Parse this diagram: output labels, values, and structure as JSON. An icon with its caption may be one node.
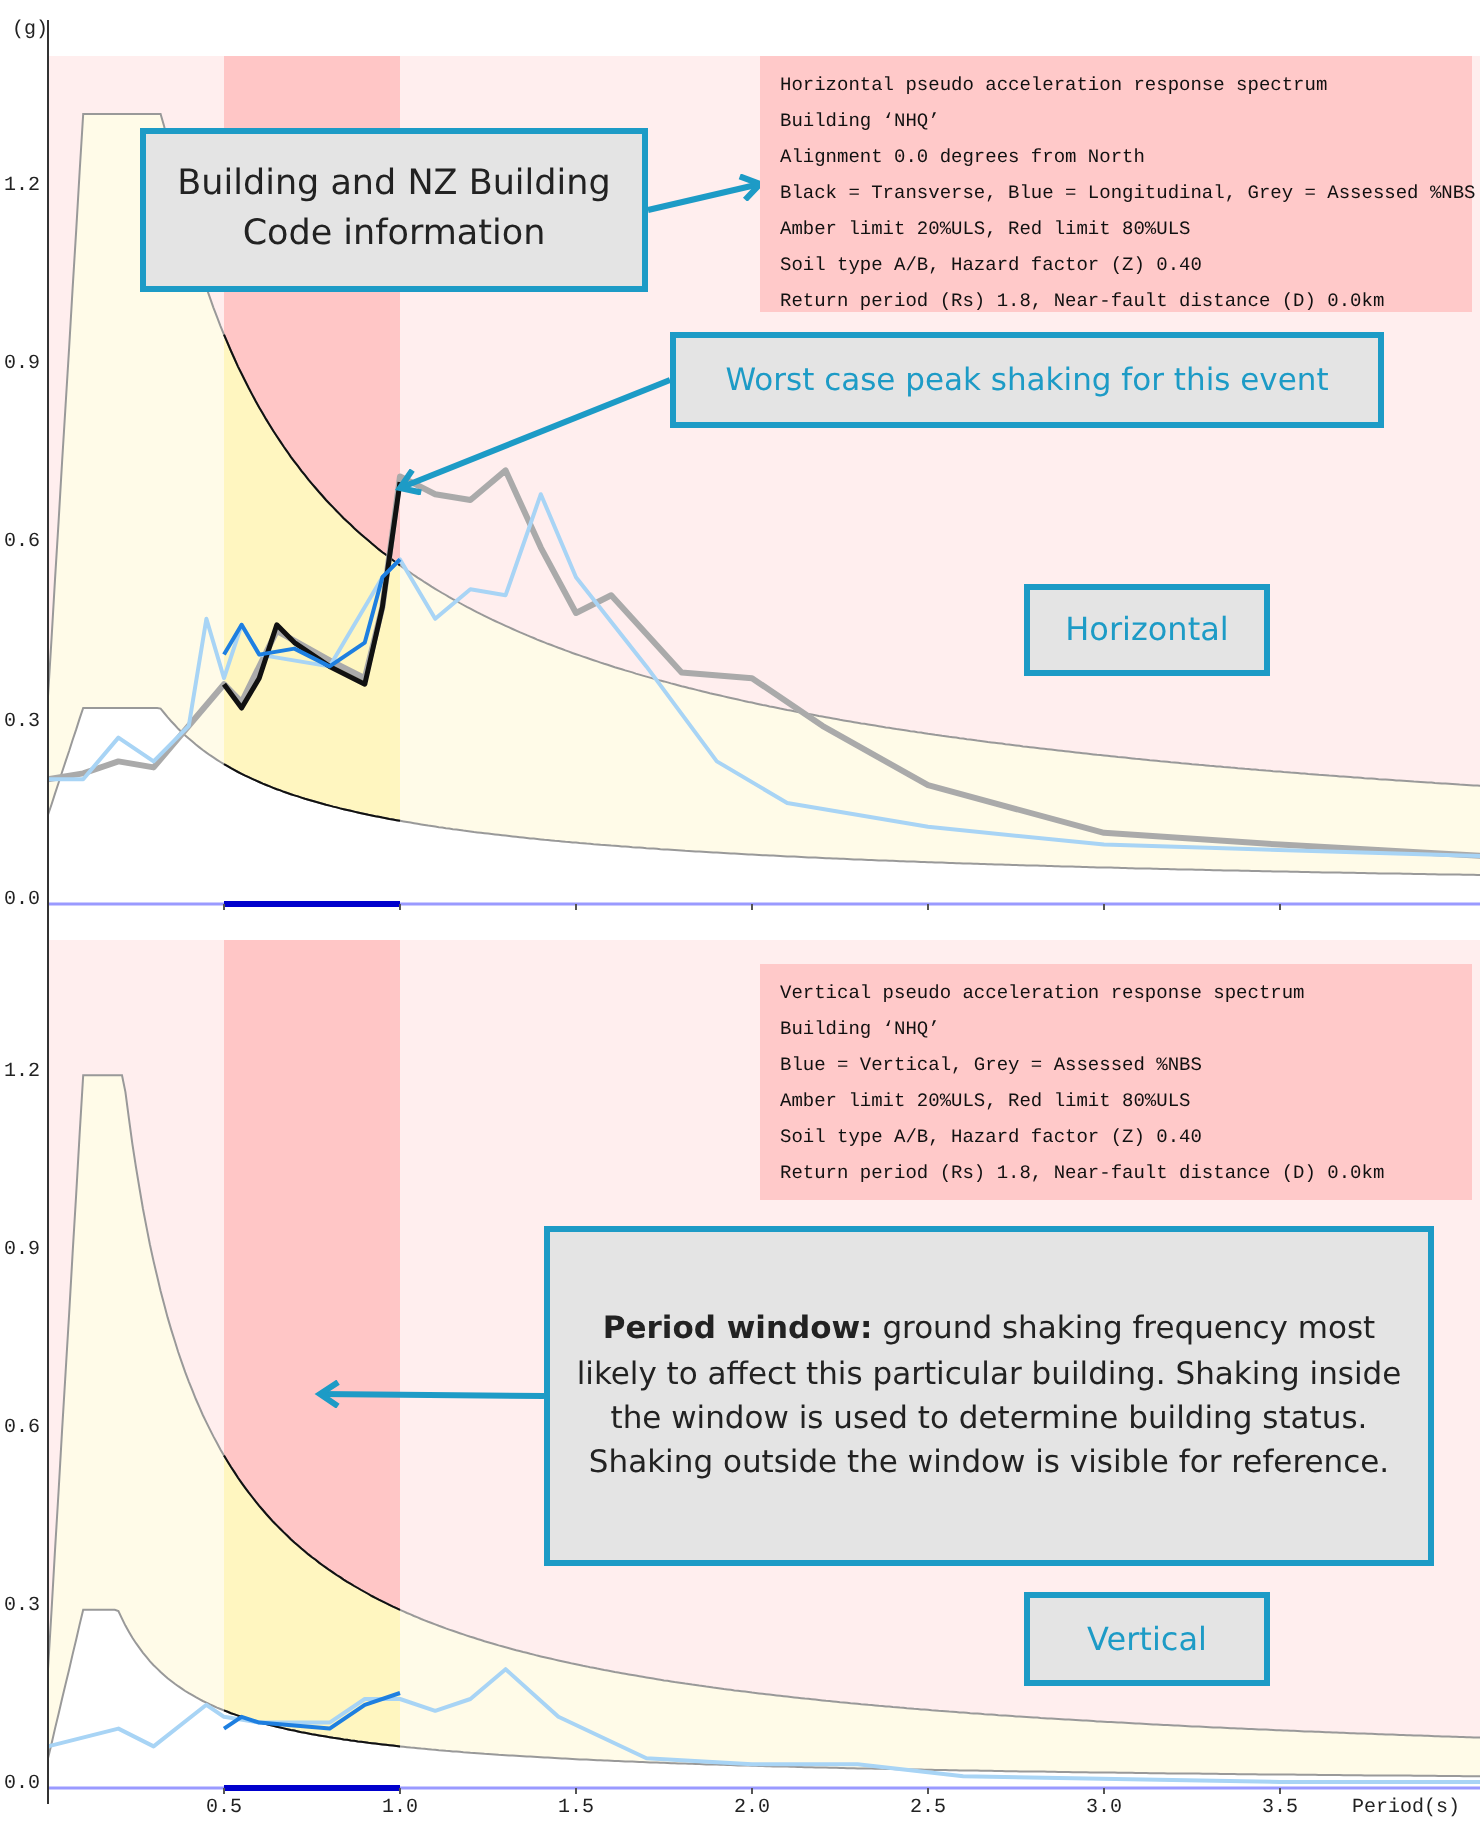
{
  "diagram": {
    "nodes": [
      {
        "text": [
          "Horizontal pseudo acceleration response spectrum",
          "Building ‘NHQ’",
          "Alignment 0.0 degrees from North",
          "Black = Transverse, Blue = Longitudinal, Grey = Assessed %NBS",
          "Amber limit  20%ULS, Red limit  80%ULS",
          "Soil type A/B, Hazard factor (Z) 0.40",
          "Return period (Rs) 1.8, Near-fault distance (D) 0.0km"
        ]
      },
      {
        "text": [
          "Building and NZ Building Code information"
        ]
      },
      {
        "text": [
          "Worst case peak shaking for this event"
        ]
      },
      {
        "text": [
          "Horizontal"
        ]
      },
      {
        "text": [
          "Vertical pseudo acceleration response spectrum",
          "Building ‘NHQ’",
          "Blue = Vertical, Grey = Assessed %NBS",
          "Amber limit  20%ULS, Red limit  80%ULS",
          "Soil type A/B, Hazard factor (Z) 0.40",
          "Return period (Rs) 1.8, Near-fault distance (D) 0.0km"
        ]
      },
      {
        "text": [
          "**Period window:** ground shaking frequency most likely to affect this particular building. Shaking inside the window is used to determine building status. Shaking outside the window is visible for reference."
        ]
      },
      {
        "text": [
          "Vertical"
        ]
      }
    ],
    "edges": [
      {
        "from": 1,
        "to": 0,
        "arrow": "to"
      },
      {
        "from": 2,
        "to": null,
        "arrow": "to"
      },
      {
        "from": 5,
        "to": null,
        "arrow": "to"
      }
    ],
    "labels": [
      "(g)",
      "1.2",
      "0.9",
      "0.6",
      "0.3",
      "0.0",
      "1.2",
      "0.9",
      "0.6",
      "0.3",
      "0.0",
      "0.5",
      "1.0",
      "1.5",
      "2.0",
      "2.5",
      "3.0",
      "3.5",
      "Period(s)"
    ]
  }
}
